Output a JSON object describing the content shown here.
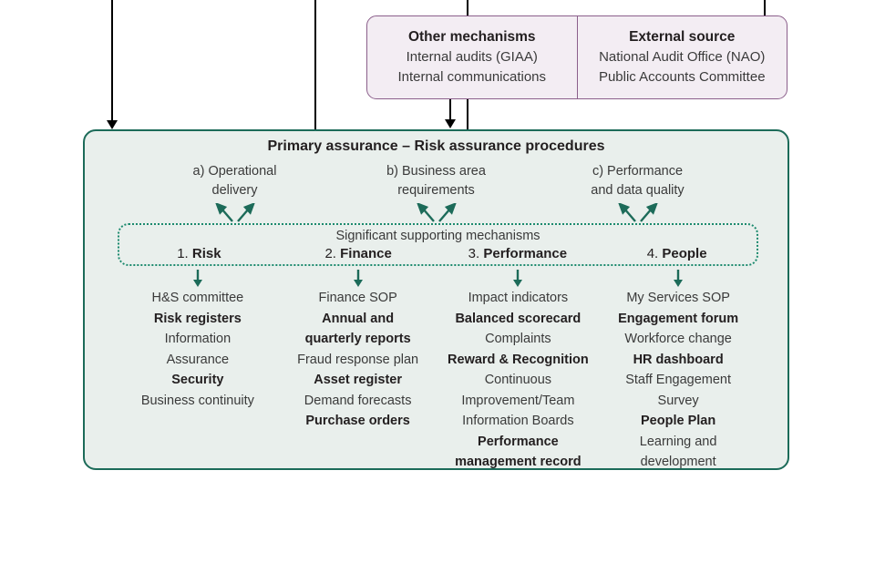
{
  "colors": {
    "top_box_fill": "#f3edf3",
    "top_box_border": "#8b5f8b",
    "main_box_fill": "#e9efec",
    "main_box_border": "#1c6b59",
    "dotted_border": "#1c8a6e",
    "arrow_green": "#1c6b59",
    "connector_black": "#000000"
  },
  "top_boxes": [
    {
      "title": "Other mechanisms",
      "lines": [
        "Internal audits (GIAA)",
        "Internal communications"
      ]
    },
    {
      "title": "External source",
      "lines": [
        "National Audit Office (NAO)",
        "Public Accounts Committee"
      ]
    }
  ],
  "main": {
    "title": "Primary assurance – Risk assurance procedures",
    "procedures": [
      {
        "line1": "a) Operational",
        "line2": "delivery"
      },
      {
        "line1": "b) Business area",
        "line2": "requirements"
      },
      {
        "line1": "c) Performance",
        "line2": "and data quality"
      }
    ],
    "supporting_caption": "Significant supporting mechanisms",
    "mechanisms": [
      {
        "number": "1.",
        "label": "Risk"
      },
      {
        "number": "2.",
        "label": "Finance"
      },
      {
        "number": "3.",
        "label": "Performance"
      },
      {
        "number": "4.",
        "label": "People"
      }
    ],
    "columns": [
      {
        "items": [
          {
            "text": "H&S committee",
            "bold": false
          },
          {
            "text": "Risk registers",
            "bold": true
          },
          {
            "text": "Information",
            "bold": false
          },
          {
            "text": "Assurance",
            "bold": false
          },
          {
            "text": "Security",
            "bold": true
          },
          {
            "text": "Business continuity",
            "bold": false
          }
        ]
      },
      {
        "items": [
          {
            "text": "Finance SOP",
            "bold": false
          },
          {
            "text": "Annual and",
            "bold": true
          },
          {
            "text": "quarterly reports",
            "bold": true
          },
          {
            "text": "Fraud response plan",
            "bold": false
          },
          {
            "text": "Asset register",
            "bold": true
          },
          {
            "text": "Demand forecasts",
            "bold": false
          },
          {
            "text": "Purchase orders",
            "bold": true
          }
        ]
      },
      {
        "items": [
          {
            "text": "Impact indicators",
            "bold": false
          },
          {
            "text": "Balanced scorecard",
            "bold": true
          },
          {
            "text": "Complaints",
            "bold": false
          },
          {
            "text": "Reward & Recognition",
            "bold": true
          },
          {
            "text": "Continuous",
            "bold": false
          },
          {
            "text": "Improvement/Team",
            "bold": false
          },
          {
            "text": "Information Boards",
            "bold": false
          },
          {
            "text": "Performance",
            "bold": true
          },
          {
            "text": "management record",
            "bold": true
          }
        ]
      },
      {
        "items": [
          {
            "text": "My Services SOP",
            "bold": false
          },
          {
            "text": "Engagement forum",
            "bold": true
          },
          {
            "text": "Workforce change",
            "bold": false
          },
          {
            "text": "HR dashboard",
            "bold": true
          },
          {
            "text": "Staff Engagement",
            "bold": false
          },
          {
            "text": "Survey",
            "bold": false
          },
          {
            "text": "People Plan",
            "bold": true
          },
          {
            "text": "Learning and",
            "bold": false
          },
          {
            "text": "development",
            "bold": false
          }
        ]
      }
    ]
  }
}
